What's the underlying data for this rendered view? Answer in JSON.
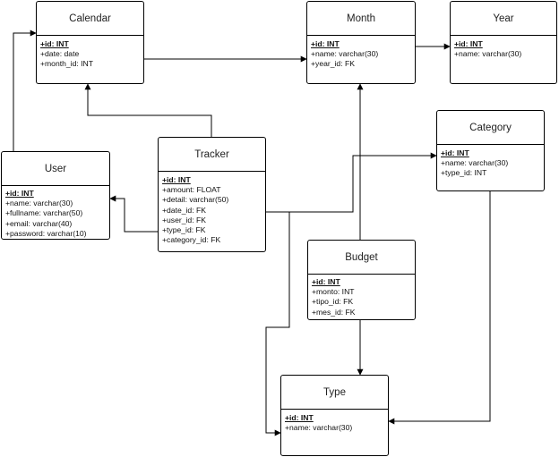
{
  "entities": {
    "calendar": {
      "title": "Calendar",
      "fields": [
        "+id: INT",
        "+date: date",
        "+month_id: INT"
      ]
    },
    "month": {
      "title": "Month",
      "fields": [
        "+id: INT",
        "+name: varchar(30)",
        "+year_id: FK"
      ]
    },
    "year": {
      "title": "Year",
      "fields": [
        "+id: INT",
        "+name: varchar(30)"
      ]
    },
    "category": {
      "title": "Category",
      "fields": [
        "+id: INT",
        "+name: varchar(30)",
        "+type_id: INT"
      ]
    },
    "user": {
      "title": "User",
      "fields": [
        "+id: INT",
        "+name: varchar(30)",
        "+fullname: varchar(50)",
        "+email: varchar(40)",
        "+password: varchar(10)"
      ]
    },
    "tracker": {
      "title": "Tracker",
      "fields": [
        "+id: INT",
        "+amount: FLOAT",
        "+detail: varchar(50)",
        "+date_id: FK",
        "+user_id: FK",
        "+type_id: FK",
        "+category_id: FK"
      ]
    },
    "budget": {
      "title": "Budget",
      "fields": [
        "+id: INT",
        "+monto: INT",
        "+tipo_id: FK",
        "+mes_id: FK"
      ]
    },
    "type": {
      "title": "Type",
      "fields": [
        "+id: INT",
        "+name: varchar(30)"
      ]
    }
  },
  "relationships": [
    {
      "from": "calendar",
      "to": "month"
    },
    {
      "from": "month",
      "to": "year"
    },
    {
      "from": "tracker",
      "to": "calendar"
    },
    {
      "from": "tracker",
      "to": "user"
    },
    {
      "from": "user",
      "to": "calendar"
    },
    {
      "from": "tracker",
      "to": "category"
    },
    {
      "from": "tracker",
      "to": "type"
    },
    {
      "from": "budget",
      "to": "month"
    },
    {
      "from": "budget",
      "to": "type"
    },
    {
      "from": "category",
      "to": "type"
    }
  ]
}
